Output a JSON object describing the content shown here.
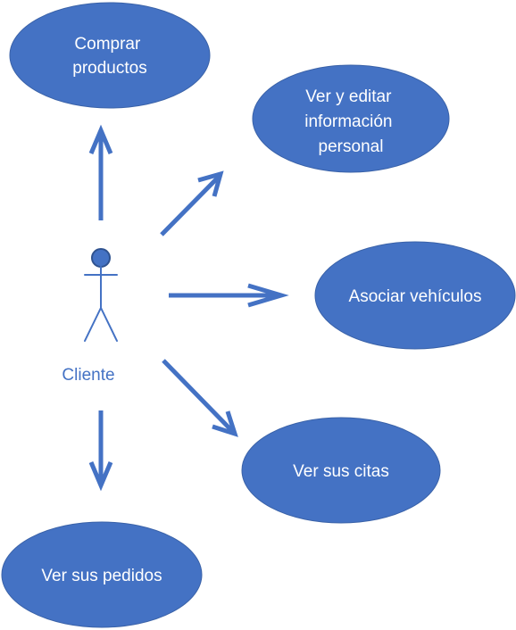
{
  "colors": {
    "usecase_fill": "#4472c4",
    "usecase_text": "#ffffff",
    "actor": "#4472c4",
    "arrow": "#4472c4"
  },
  "actor": {
    "label": "Cliente"
  },
  "use_cases": [
    {
      "id": "comprar",
      "lines": [
        "Comprar",
        "productos"
      ]
    },
    {
      "id": "info",
      "lines": [
        "Ver y editar",
        "información",
        "personal"
      ]
    },
    {
      "id": "vehiculos",
      "lines": [
        "Asociar vehículos"
      ]
    },
    {
      "id": "citas",
      "lines": [
        "Ver sus citas"
      ]
    },
    {
      "id": "pedidos",
      "lines": [
        "Ver sus pedidos"
      ]
    }
  ],
  "associations": [
    {
      "from": "actor",
      "to": "comprar"
    },
    {
      "from": "actor",
      "to": "info"
    },
    {
      "from": "actor",
      "to": "vehiculos"
    },
    {
      "from": "actor",
      "to": "citas"
    },
    {
      "from": "actor",
      "to": "pedidos"
    }
  ]
}
